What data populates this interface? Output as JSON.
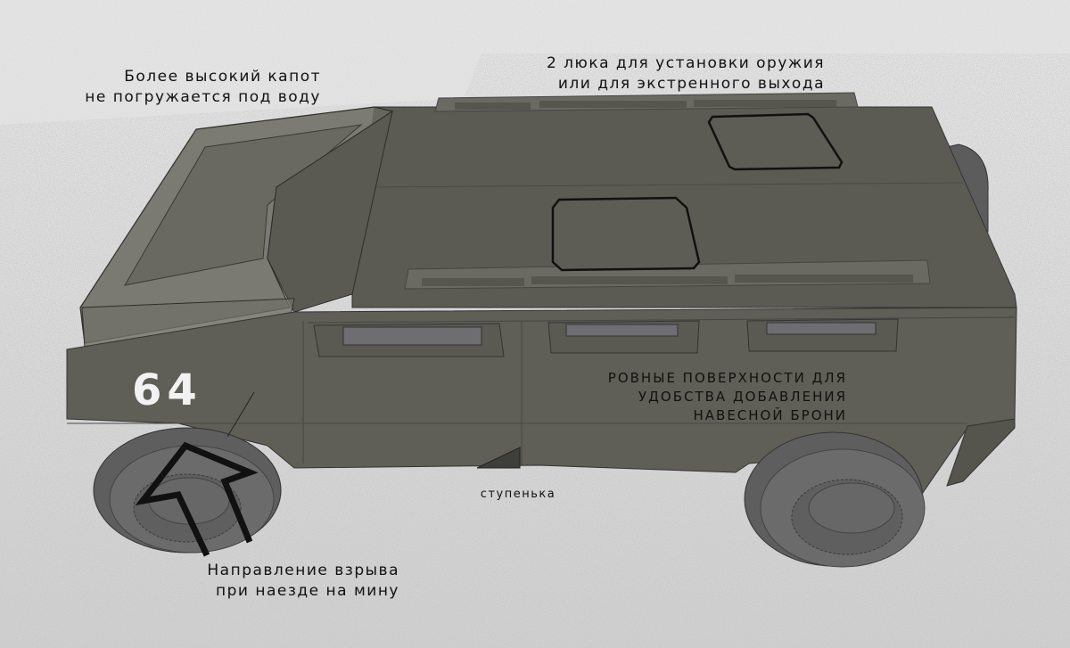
{
  "image": {
    "type": "armored-vehicle-concept-render",
    "background_color": "#d4d4d4",
    "hull_color": "#5f5f57",
    "wheel_color": "#6a6a6a",
    "annotation_color": "#111111"
  },
  "vehicle": {
    "hull_number": "64"
  },
  "annotations": {
    "hood": {
      "lines": [
        "Более высокий капот",
        "не погружается под воду"
      ]
    },
    "hatches": {
      "lines": [
        "2 люка для установки оружия",
        "или для экстренного выхода"
      ]
    },
    "surfaces": {
      "lines": [
        "РОВНЫЕ ПОВЕРХНОСТИ ДЛЯ",
        "УДОБСТВА ДОБАВЛЕНИЯ",
        "НАВЕСНОЙ БРОНИ"
      ]
    },
    "blast": {
      "lines": [
        "Направление взрыва",
        "при наезде на мину"
      ]
    },
    "step": {
      "label": "ступенька"
    }
  }
}
